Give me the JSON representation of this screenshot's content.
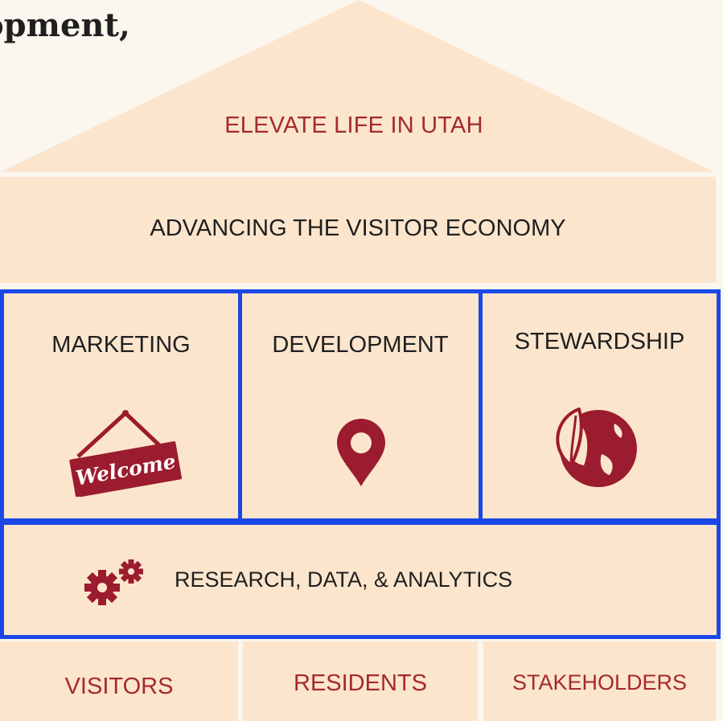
{
  "heading": "opment,",
  "roof": {
    "label": "ELEVATE LIFE IN UTAH",
    "color": "#fce5cd"
  },
  "band": {
    "label": "ADVANCING THE VISITOR ECONOMY"
  },
  "pillars": [
    {
      "label": "MARKETING",
      "icon": "welcome-sign-icon",
      "sign_text": "Welcome"
    },
    {
      "label": "DEVELOPMENT",
      "icon": "map-pin-icon"
    },
    {
      "label": "STEWARDSHIP",
      "icon": "leaf-globe-icon"
    }
  ],
  "research": {
    "label": "RESEARCH, DATA, & ANALYTICS",
    "icon": "gears-icon"
  },
  "base": [
    "VISITORS",
    "RESIDENTS",
    "STAKEHOLDERS"
  ],
  "colors": {
    "accent": "#a52a2a",
    "icon": "#9b1c2e",
    "frame": "#1a47e6",
    "fill": "#fce5cd"
  }
}
